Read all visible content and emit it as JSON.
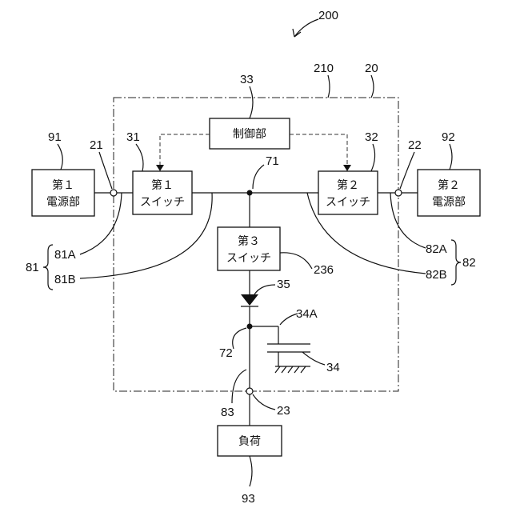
{
  "refs": {
    "system": "200",
    "enclosure": "210",
    "device": "20",
    "control_ref": "33",
    "psu1_ref": "91",
    "psu2_ref": "92",
    "terminal1_ref": "21",
    "terminal2_ref": "22",
    "switch1_ref": "31",
    "switch2_ref": "32",
    "node71_ref": "71",
    "line81A": "81A",
    "line81B": "81B",
    "group81": "81",
    "line82A": "82A",
    "line82B": "82B",
    "group82": "82",
    "switch3_ref": "236",
    "diode_ref": "35",
    "cap_line_ref": "34A",
    "cap_ref": "34",
    "node72_ref": "72",
    "line83_ref": "83",
    "terminal23_ref": "23",
    "load_ref": "93"
  },
  "boxes": {
    "control": [
      "制御部"
    ],
    "psu1": [
      "第１",
      "電源部"
    ],
    "psu2": [
      "第２",
      "電源部"
    ],
    "switch1": [
      "第１",
      "スイッチ"
    ],
    "switch2": [
      "第２",
      "スイッチ"
    ],
    "switch3": [
      "第３",
      "スイッチ"
    ],
    "load": [
      "負荷"
    ]
  }
}
